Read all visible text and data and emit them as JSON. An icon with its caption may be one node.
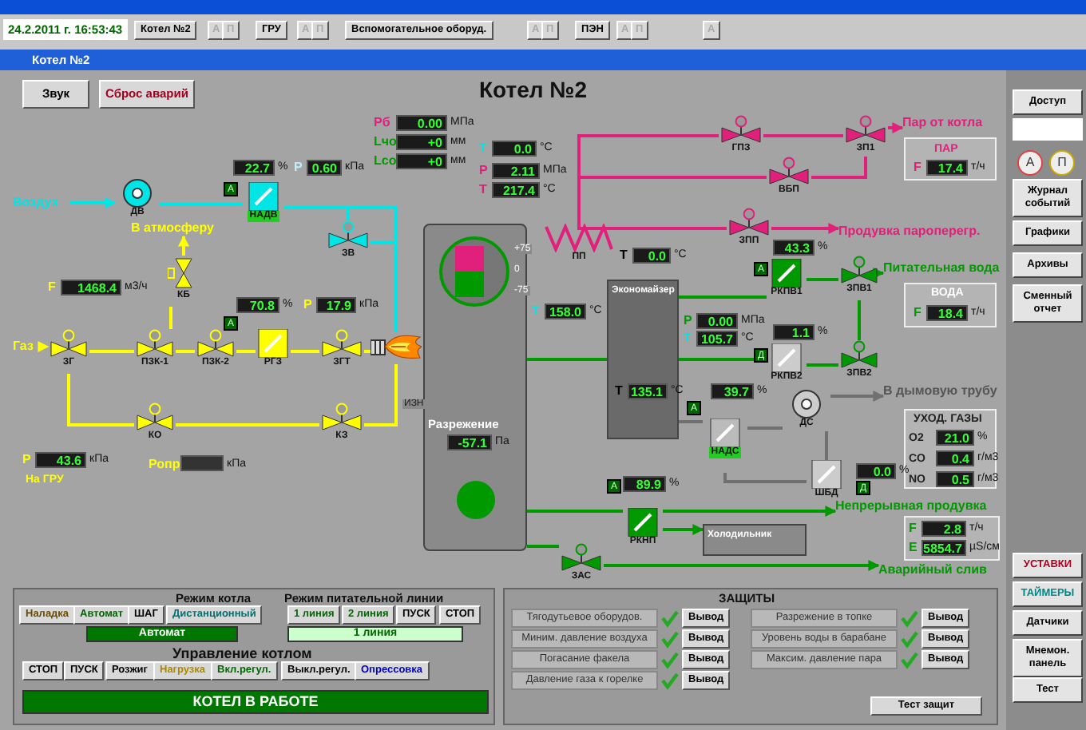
{
  "diagram": {
    "title": "Котел №2",
    "nodes": [
      {
        "text": [
          "Воздух"
        ]
      },
      {
        "text": [
          "ДВ"
        ]
      },
      {
        "text": [
          "НАДВ"
        ]
      },
      {
        "text": [
          "ЗВ"
        ]
      },
      {
        "text": [],
        "shape": "picture"
      },
      {
        "text": [
          "Газ"
        ]
      },
      {
        "text": [
          "ЗГ"
        ]
      },
      {
        "text": [
          "ПЗК-1"
        ]
      },
      {
        "text": [
          "ПЗК-2"
        ]
      },
      {
        "text": [
          "РГЗ"
        ]
      },
      {
        "text": [
          "ЗГТ"
        ]
      },
      {
        "text": [
          "КБ"
        ]
      },
      {
        "text": [
          "В атмосферу"
        ]
      },
      {
        "text": [
          "КО"
        ]
      },
      {
        "text": [
          "КЗ"
        ]
      },
      {
        "text": [
          "Разрежение"
        ]
      },
      {
        "text": [
          "ПП"
        ]
      },
      {
        "text": [
          "ГПЗ"
        ]
      },
      {
        "text": [
          "ЗП1"
        ]
      },
      {
        "text": [
          "ВБП"
        ]
      },
      {
        "text": [
          "ЗПП"
        ]
      },
      {
        "text": [
          "Пар от котла"
        ]
      },
      {
        "text": [
          "Продувка пароперегр."
        ]
      },
      {
        "text": [
          "Экономайзер"
        ]
      },
      {
        "text": [
          "РКПВ1"
        ]
      },
      {
        "text": [
          "ЗПВ1"
        ]
      },
      {
        "text": [
          "РКПВ2"
        ]
      },
      {
        "text": [
          "ЗПВ2"
        ]
      },
      {
        "text": [
          "Питательная вода"
        ]
      },
      {
        "text": [
          "НАДС"
        ]
      },
      {
        "text": [
          "ДС"
        ]
      },
      {
        "text": [
          "ШБД"
        ]
      },
      {
        "text": [
          "В дымовую трубу"
        ]
      },
      {
        "text": [
          "РКНП"
        ]
      },
      {
        "text": [
          "Холодильник"
        ]
      },
      {
        "text": [
          "Непрерывная продувка"
        ]
      },
      {
        "text": [
          "ЗАС"
        ]
      },
      {
        "text": [
          "Аварийный слив"
        ]
      }
    ],
    "edges": [
      {
        "from": 0,
        "to": 1,
        "arrow": "to",
        "color": "#00e5e5"
      },
      {
        "from": 1,
        "to": 2,
        "arrow": "none",
        "color": "#00e5e5"
      },
      {
        "from": 2,
        "to": 3,
        "arrow": "none",
        "color": "#00e5e5"
      },
      {
        "from": 2,
        "to": 4,
        "arrow": "none",
        "color": "#00e5e5"
      },
      {
        "from": 3,
        "to": 4,
        "arrow": "none",
        "color": "#00e5e5"
      },
      {
        "from": 5,
        "to": 6,
        "arrow": "to",
        "color": "#ffff00"
      },
      {
        "from": 6,
        "to": 7,
        "arrow": "none",
        "color": "#ffff00"
      },
      {
        "from": 7,
        "to": 8,
        "arrow": "none",
        "color": "#ffff00"
      },
      {
        "from": 8,
        "to": 9,
        "arrow": "none",
        "color": "#ffff00"
      },
      {
        "from": 9,
        "to": 10,
        "arrow": "none",
        "color": "#ffff00"
      },
      {
        "from": 10,
        "to": 4,
        "arrow": "none",
        "color": "#ffff00"
      },
      {
        "from": 7,
        "to": 11,
        "arrow": "none",
        "color": "#ffff00"
      },
      {
        "from": 11,
        "to": 12,
        "arrow": "to",
        "color": "#ffff00"
      },
      {
        "from": 6,
        "to": 13,
        "arrow": "none",
        "color": "#ffff00"
      },
      {
        "from": 13,
        "to": 14,
        "arrow": "none",
        "color": "#ffff00"
      },
      {
        "from": 14,
        "to": 4,
        "arrow": "none",
        "color": "#ffff00"
      },
      {
        "from": 16,
        "to": 17,
        "arrow": "none",
        "color": "#e0207a"
      },
      {
        "from": 17,
        "to": 18,
        "arrow": "none",
        "color": "#e0207a"
      },
      {
        "from": 18,
        "to": 21,
        "arrow": "to",
        "color": "#e0207a"
      },
      {
        "from": 16,
        "to": 19,
        "arrow": "none",
        "color": "#e0207a"
      },
      {
        "from": 19,
        "to": 18,
        "arrow": "none",
        "color": "#e0207a"
      },
      {
        "from": 16,
        "to": 20,
        "arrow": "none",
        "color": "#e0207a"
      },
      {
        "from": 20,
        "to": 22,
        "arrow": "to",
        "color": "#e0207a"
      },
      {
        "from": 23,
        "to": 24,
        "arrow": "none",
        "color": "#009900"
      },
      {
        "from": 23,
        "to": 26,
        "arrow": "none",
        "color": "#009900"
      },
      {
        "from": 24,
        "to": 25,
        "arrow": "none",
        "color": "#009900"
      },
      {
        "from": 26,
        "to": 27,
        "arrow": "none",
        "color": "#009900"
      },
      {
        "from": 25,
        "to": 28,
        "arrow": "to",
        "color": "#009900"
      },
      {
        "from": 27,
        "to": 25,
        "arrow": "none",
        "color": "#009900"
      },
      {
        "from": 23,
        "to": 15,
        "arrow": "none",
        "color": "#009900"
      },
      {
        "from": 23,
        "to": 29,
        "arrow": "none",
        "color": "#707070"
      },
      {
        "from": 29,
        "to": 30,
        "arrow": "none",
        "color": "#707070"
      },
      {
        "from": 30,
        "to": 32,
        "arrow": "to",
        "color": "#707070"
      },
      {
        "from": 29,
        "to": 31,
        "arrow": "none",
        "color": "#707070"
      },
      {
        "from": 31,
        "to": 30,
        "arrow": "none",
        "color": "#707070"
      },
      {
        "from": 15,
        "to": 33,
        "arrow": "none",
        "color": "#009900"
      },
      {
        "from": 33,
        "to": 35,
        "arrow": "to",
        "color": "#009900"
      },
      {
        "from": 33,
        "to": 34,
        "arrow": "to",
        "color": "#009900"
      },
      {
        "from": 15,
        "to": 36,
        "arrow": "none",
        "color": "#009900"
      },
      {
        "from": 36,
        "to": 37,
        "arrow": "to",
        "color": "#009900"
      }
    ],
    "labels": [
      "24.2.2011 г. 16:53:43",
      "Котел №2",
      "А",
      "П",
      "ГРУ",
      "А",
      "П",
      "Вспомогательное оборуд.",
      "А",
      "П",
      "ПЭН",
      "А",
      "П",
      "А",
      "Котел №2",
      "Звук",
      "Сброс аварий",
      "Рб",
      "0.00",
      "МПа",
      "Lчо",
      "+0",
      "мм",
      "Lco",
      "+0",
      "мм",
      "T",
      "0.0",
      "°C",
      "22.7",
      "%",
      "А",
      "P",
      "0.60",
      "кПа",
      "F",
      "1468.4",
      "м3/ч",
      "70.8",
      "%",
      "А",
      "P",
      "17.9",
      "кПа",
      "P",
      "43.6",
      "кПа",
      "На ГРУ",
      "Ропр",
      "кПа",
      "ИЗН",
      "+75",
      "0",
      "-75",
      "-57.1",
      "Па",
      "T",
      "0.0",
      "°C",
      "P",
      "2.11",
      "МПа",
      "T",
      "217.4",
      "°C",
      "ПАР",
      "F",
      "17.4",
      "т/ч",
      "T",
      "158.0",
      "°C",
      "P",
      "0.00",
      "МПа",
      "T",
      "105.7",
      "°C",
      "43.3",
      "%",
      "А",
      "1.1",
      "%",
      "Д",
      "ВОДА",
      "F",
      "18.4",
      "т/ч",
      "T",
      "135.1",
      "°C",
      "39.7",
      "%",
      "А",
      "0.0",
      "%",
      "Д",
      "УХОД. ГАЗЫ",
      "O2",
      "21.0",
      "%",
      "CO",
      "0.4",
      "г/м3",
      "NO",
      "0.5",
      "г/м3",
      "89.9",
      "%",
      "А",
      "F",
      "2.8",
      "т/ч",
      "E",
      "5854.7",
      "µS/см",
      "Режим котла",
      "Наладка",
      "Автомат",
      "ШАГ",
      "Дистанционный",
      "Автомат",
      "Режим питательной линии",
      "1 линия",
      "2 линия",
      "ПУСК",
      "СТОП",
      "1 линия",
      "Управление котлом",
      "СТОП",
      "ПУСК",
      "Розжиг",
      "Нагрузка",
      "Вкл.регул.",
      "Выкл.регул.",
      "Опрессовка",
      "КОТЕЛ В РАБОТЕ",
      "ЗАЩИТЫ",
      "Тягодутьевое оборудов.",
      "Вывод",
      "Миним. давление воздуха",
      "Вывод",
      "Погасание факела",
      "Вывод",
      "Давление газа к горелке",
      "Вывод",
      "Разрежение в топке",
      "Вывод",
      "Уровень воды в барабане",
      "Вывод",
      "Максим. давление пара",
      "Вывод",
      "Тест защит",
      "Доступ",
      "А",
      "П",
      "Журнал событий",
      "Графики",
      "Архивы",
      "Сменный отчет",
      "УСТАВКИ",
      "ТАЙМЕРЫ",
      "Датчики",
      "Мнемон. панель",
      "Тест"
    ]
  }
}
